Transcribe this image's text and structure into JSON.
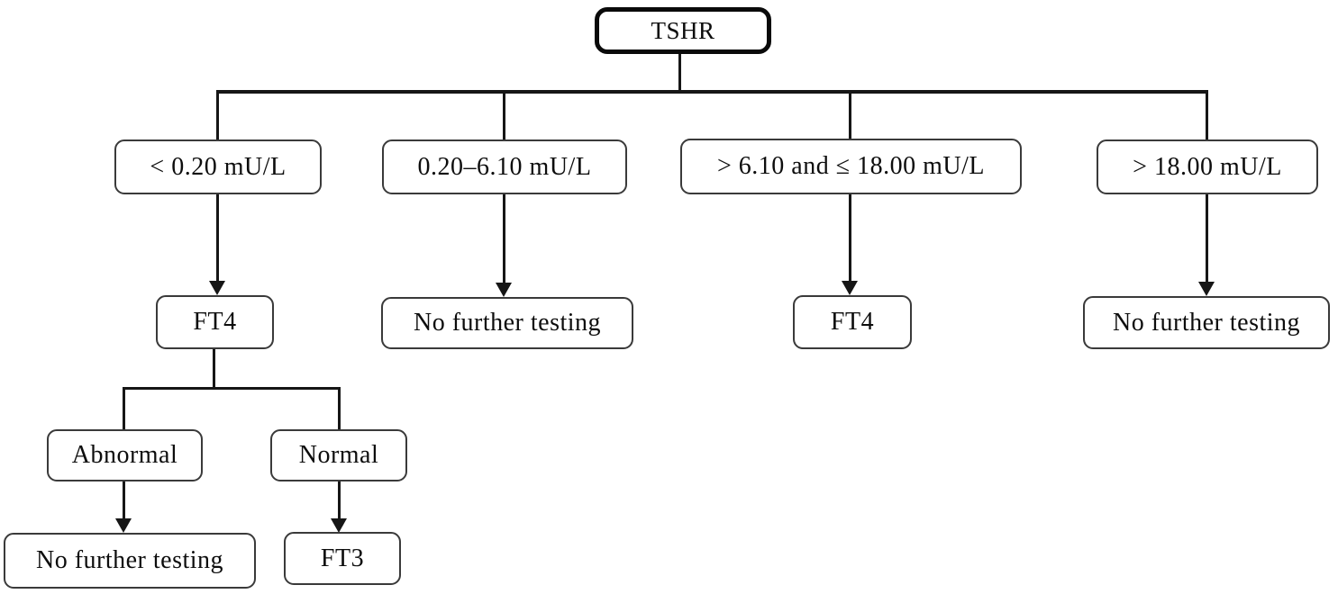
{
  "diagram": {
    "nodes": {
      "root": {
        "label": "TSHR"
      },
      "branch_low": {
        "label": "< 0.20 mU/L"
      },
      "branch_normal": {
        "label": "0.20–6.10 mU/L"
      },
      "branch_high": {
        "label": "> 6.10 and ≤ 18.00 mU/L"
      },
      "branch_very_high": {
        "label": "> 18.00 mU/L"
      },
      "low_ft4": {
        "label": "FT4"
      },
      "normal_no_test": {
        "label": "No further testing"
      },
      "high_ft4": {
        "label": "FT4"
      },
      "very_high_no_test": {
        "label": "No further testing"
      },
      "ft4_abnormal": {
        "label": "Abnormal"
      },
      "ft4_normal": {
        "label": "Normal"
      },
      "abnormal_no_test": {
        "label": "No further testing"
      },
      "normal_ft3": {
        "label": "FT3"
      }
    },
    "edges": [
      {
        "from": "root",
        "to": "branch_low",
        "arrow": false
      },
      {
        "from": "root",
        "to": "branch_normal",
        "arrow": false
      },
      {
        "from": "root",
        "to": "branch_high",
        "arrow": false
      },
      {
        "from": "root",
        "to": "branch_very_high",
        "arrow": false
      },
      {
        "from": "branch_low",
        "to": "low_ft4",
        "arrow": true
      },
      {
        "from": "branch_normal",
        "to": "normal_no_test",
        "arrow": true
      },
      {
        "from": "branch_high",
        "to": "high_ft4",
        "arrow": true
      },
      {
        "from": "branch_very_high",
        "to": "very_high_no_test",
        "arrow": true
      },
      {
        "from": "low_ft4",
        "to": "ft4_abnormal",
        "arrow": false
      },
      {
        "from": "low_ft4",
        "to": "ft4_normal",
        "arrow": false
      },
      {
        "from": "ft4_abnormal",
        "to": "abnormal_no_test",
        "arrow": true
      },
      {
        "from": "ft4_normal",
        "to": "normal_ft3",
        "arrow": true
      }
    ],
    "colors": {
      "background": "#ffffff",
      "line": "#161616",
      "node_border": "#3a3a3a",
      "root_border": "#0a0a0a",
      "text": "#0d0d0d"
    }
  }
}
